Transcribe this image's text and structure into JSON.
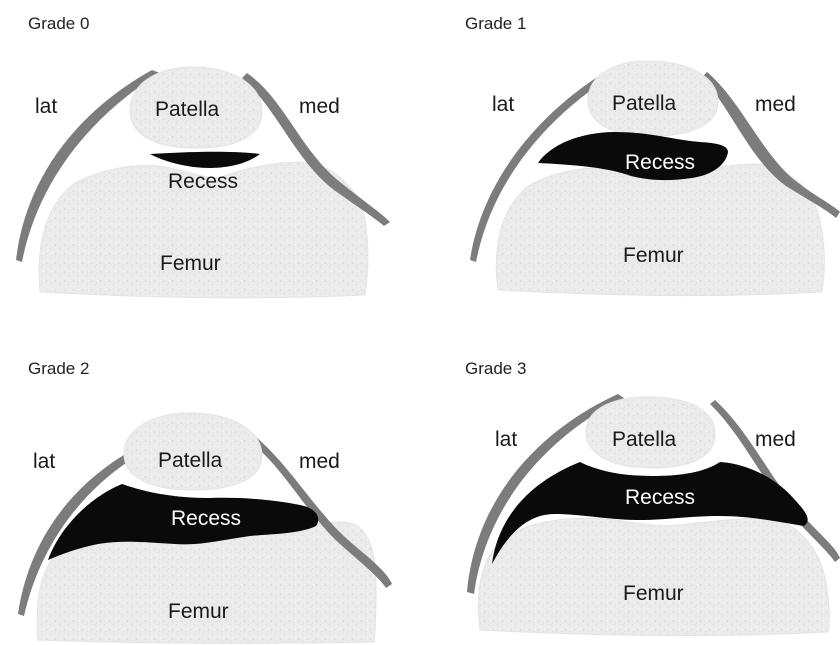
{
  "panels": [
    {
      "grade": "Grade 0",
      "lat": "lat",
      "med": "med",
      "patella": "Patella",
      "recess": "Recess",
      "femur": "Femur",
      "recess_size": 0
    },
    {
      "grade": "Grade 1",
      "lat": "lat",
      "med": "med",
      "patella": "Patella",
      "recess": "Recess",
      "femur": "Femur",
      "recess_size": 1
    },
    {
      "grade": "Grade 2",
      "lat": "lat",
      "med": "med",
      "patella": "Patella",
      "recess": "Recess",
      "femur": "Femur",
      "recess_size": 2
    },
    {
      "grade": "Grade 3",
      "lat": "lat",
      "med": "med",
      "patella": "Patella",
      "recess": "Recess",
      "femur": "Femur",
      "recess_size": 3
    }
  ],
  "colors": {
    "bone": "#ececec",
    "capsule": "#7c7c7c",
    "recess": "#0a0a0a",
    "text": "#1a1a1a"
  }
}
